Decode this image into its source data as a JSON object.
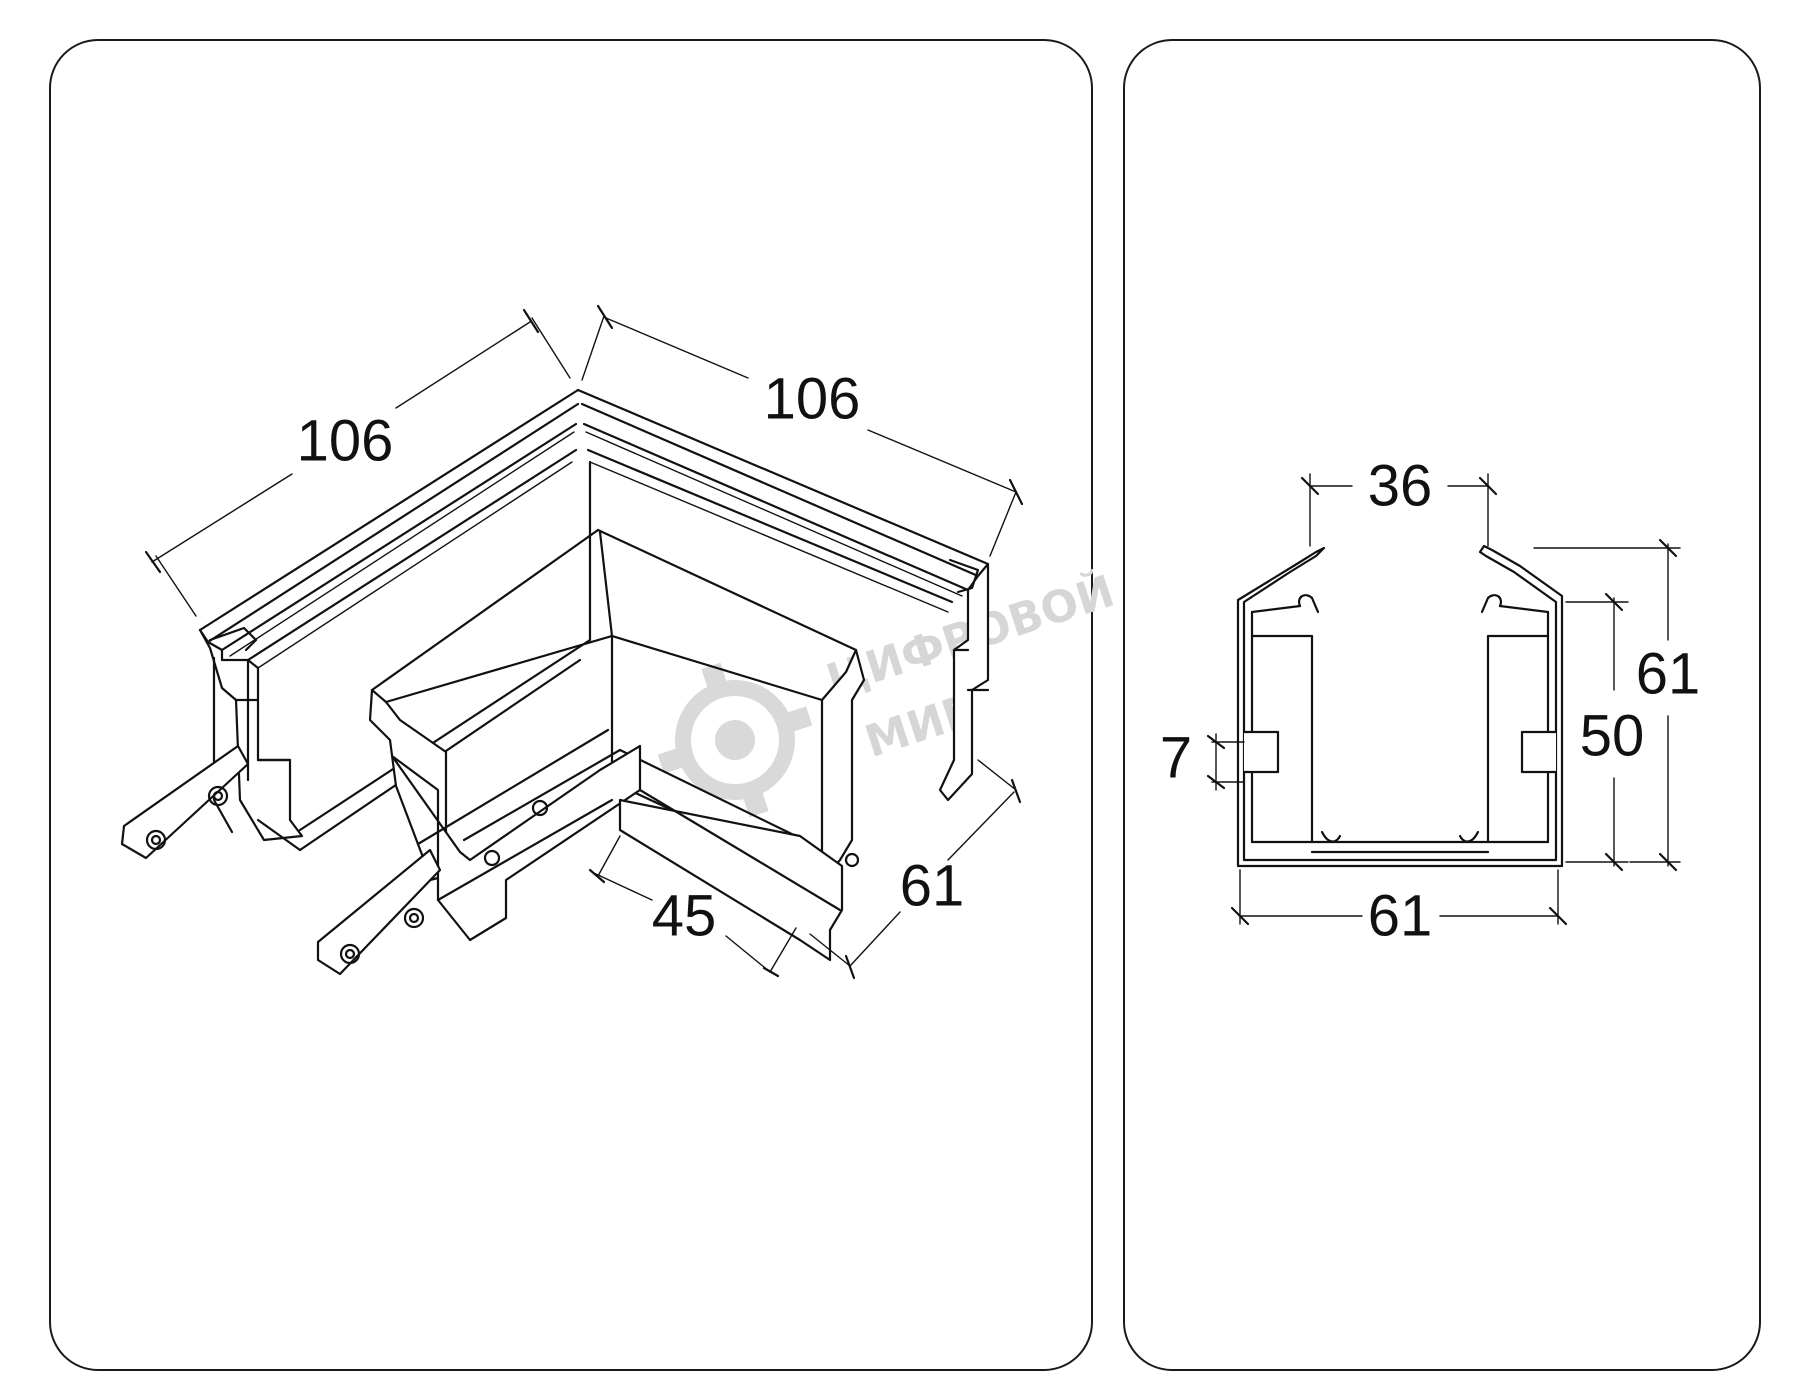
{
  "iso_view": {
    "dim_top_left": "106",
    "dim_top_right": "106",
    "dim_inner": "45",
    "dim_height": "61"
  },
  "section_view": {
    "dim_top_opening": "36",
    "dim_groove": "7",
    "dim_inner_height": "50",
    "dim_outer_height": "61",
    "dim_width": "61"
  },
  "watermark": {
    "line1": "ЦИФРОВОЙ",
    "line2": "МИР"
  },
  "colors": {
    "line": "#111111",
    "background": "#ffffff",
    "watermark": "#d6d6d6"
  }
}
